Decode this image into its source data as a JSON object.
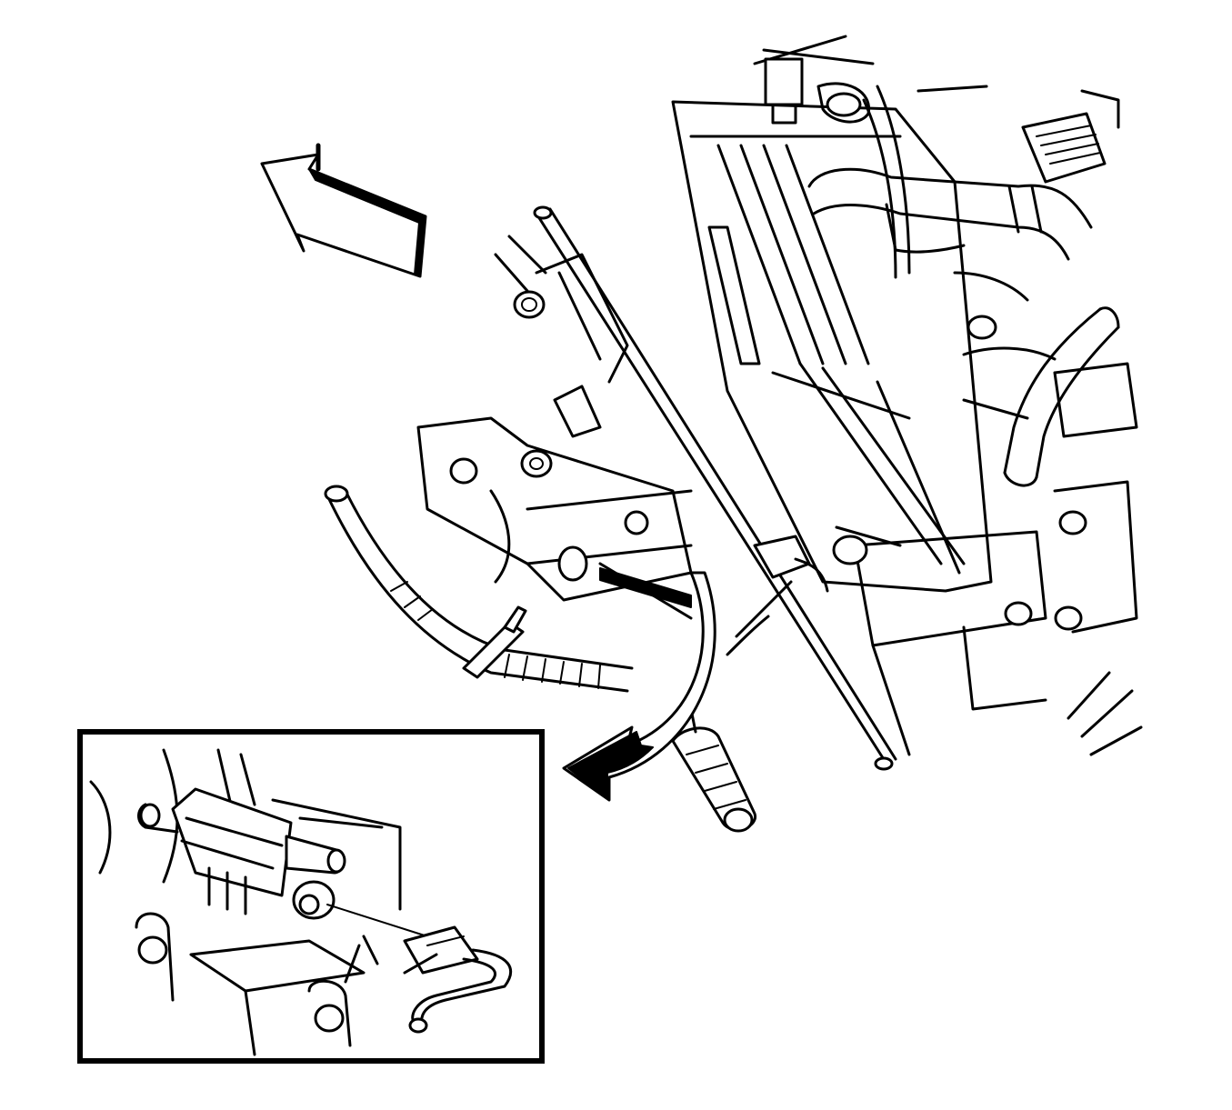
{
  "illustration": {
    "background": "#ffffff",
    "line_color": "#000000",
    "components": [
      "direction-arrow-icon",
      "radiator",
      "upper-radiator-hose",
      "lower-radiator-hose",
      "frame-crossmember",
      "wiring-harness",
      "vent-solenoid",
      "callout-arrow-icon",
      "detail-inset"
    ]
  }
}
